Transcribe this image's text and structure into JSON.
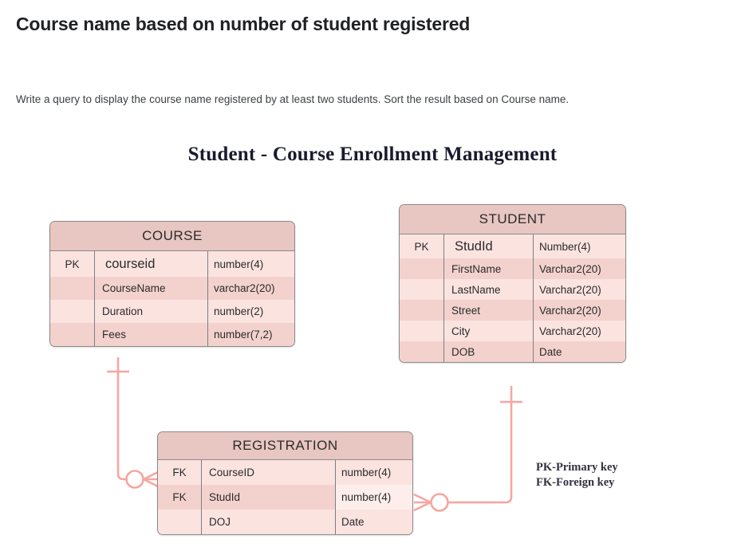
{
  "page": {
    "title": "Course name based on number of student registered",
    "subtitle": "Write a query to display the course name registered by at least two students. Sort the result based on Course name."
  },
  "diagram": {
    "title": "Student - Course Enrollment Management",
    "accent_color": "#f6a6a0",
    "header_fill": "#e8c6c2",
    "row_fill_light": "#fbe3e0",
    "row_fill_dark": "#f3d2ce",
    "border_color": "#8a8a8a",
    "entities": [
      {
        "name": "COURSE",
        "rows": [
          {
            "key": "PK",
            "attribute": "courseid",
            "type": "number(4)"
          },
          {
            "key": "",
            "attribute": "CourseName",
            "type": "varchar2(20)"
          },
          {
            "key": "",
            "attribute": "Duration",
            "type": "number(2)"
          },
          {
            "key": "",
            "attribute": "Fees",
            "type": "number(7,2)"
          }
        ]
      },
      {
        "name": "STUDENT",
        "rows": [
          {
            "key": "PK",
            "attribute": "StudId",
            "type": "Number(4)"
          },
          {
            "key": "",
            "attribute": "FirstName",
            "type": "Varchar2(20)"
          },
          {
            "key": "",
            "attribute": "LastName",
            "type": "Varchar2(20)"
          },
          {
            "key": "",
            "attribute": "Street",
            "type": "Varchar2(20)"
          },
          {
            "key": "",
            "attribute": "City",
            "type": "Varchar2(20)"
          },
          {
            "key": "",
            "attribute": "DOB",
            "type": "Date"
          }
        ]
      },
      {
        "name": "REGISTRATION",
        "rows": [
          {
            "key": "FK",
            "attribute": "CourseID",
            "type": "number(4)"
          },
          {
            "key": "FK",
            "attribute": "StudId",
            "type": "number(4)"
          },
          {
            "key": "",
            "attribute": "DOJ",
            "type": "Date"
          }
        ]
      }
    ],
    "legend": {
      "primary_key": "PK-Primary key",
      "foreign_key": "FK-Foreign key"
    },
    "relationships": [
      {
        "from": "COURSE",
        "to": "REGISTRATION",
        "from_cardinality": "one",
        "to_cardinality": "zero-or-many"
      },
      {
        "from": "STUDENT",
        "to": "REGISTRATION",
        "from_cardinality": "one",
        "to_cardinality": "zero-or-many"
      }
    ]
  }
}
